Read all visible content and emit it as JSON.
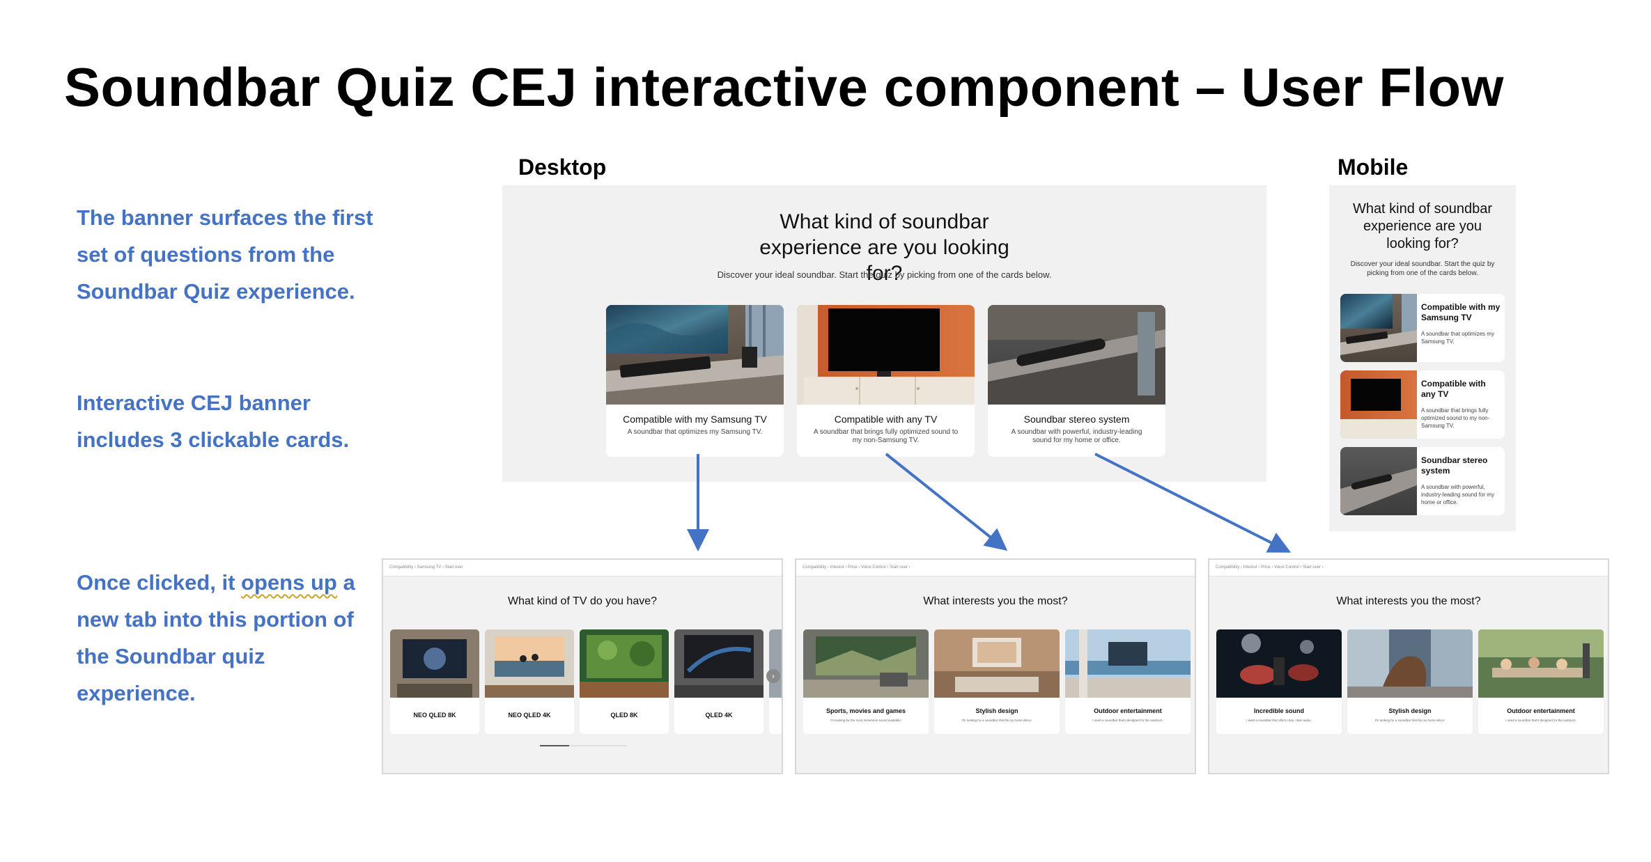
{
  "slide": {
    "title": "Soundbar Quiz CEJ interactive component – User Flow",
    "desktop_label": "Desktop",
    "mobile_label": "Mobile"
  },
  "notes": {
    "note1": "The banner surfaces the first set of questions from the Soundbar Quiz experience.",
    "note2": "Interactive CEJ banner includes 3 clickable cards.",
    "note3_before": "Once clicked, it ",
    "note3_underlined": "opens up",
    "note3_after": " a new tab into this portion of the Soundbar quiz experience."
  },
  "desktop": {
    "heading": "What kind of soundbar experience are you looking for?",
    "subheading": "Discover your ideal soundbar. Start the quiz by picking from one of the cards below.",
    "cards": [
      {
        "title": "Compatible with my Samsung TV",
        "desc": "A soundbar that optimizes my Samsung TV."
      },
      {
        "title": "Compatible with any TV",
        "desc": "A soundbar that brings fully optimized sound to my non-Samsung TV."
      },
      {
        "title": "Soundbar stereo system",
        "desc": "A soundbar with powerful, industry-leading sound for my home or office."
      }
    ]
  },
  "mobile": {
    "heading": "What kind of soundbar experience are you looking for?",
    "subheading": "Discover your ideal soundbar. Start the quiz by picking from one of the cards below.",
    "cards": [
      {
        "title": "Compatible with my Samsung TV",
        "desc": "A soundbar that optimizes my Samsung TV."
      },
      {
        "title": "Compatible with any TV",
        "desc": "A soundbar that brings fully optimized sound to my non-Samsung TV."
      },
      {
        "title": "Soundbar stereo system",
        "desc": "A soundbar with powerful, industry-leading sound for my home or office."
      }
    ]
  },
  "screens": [
    {
      "breadcrumb": "Compatibility  ›  Samsung TV  ›  Start over",
      "question": "What kind of TV do you have?",
      "cards": [
        {
          "title": "NEO QLED 8K"
        },
        {
          "title": "NEO QLED 4K"
        },
        {
          "title": "QLED 8K"
        },
        {
          "title": "QLED 4K"
        }
      ],
      "arrow_icon": "›"
    },
    {
      "breadcrumb": "Compatibility  ›  Interest  ›  Price  ›  Voice Control  ›  Start over  ›",
      "question": "What interests you the most?",
      "cards": [
        {
          "title": "Sports, movies and games",
          "desc": "I'm looking for the most immersive sound available."
        },
        {
          "title": "Stylish design",
          "desc": "I'm looking for a soundbar that fits my home décor."
        },
        {
          "title": "Outdoor entertainment",
          "desc": "I need a soundbar that's designed for the outdoors."
        }
      ]
    },
    {
      "breadcrumb": "Compatibility  ›  Interest  ›  Price  ›  Voice Control  ›  Start over  ›",
      "question": "What interests you the most?",
      "cards": [
        {
          "title": "Incredible sound",
          "desc": "I want a soundbar that offers crisp, clear audio."
        },
        {
          "title": "Stylish design",
          "desc": "I'm looking for a soundbar that fits my home décor."
        },
        {
          "title": "Outdoor entertainment",
          "desc": "I need a soundbar that's designed for the outdoors."
        }
      ]
    }
  ],
  "colors": {
    "accent": "#4472c4",
    "banner_bg": "#f1f1f1"
  }
}
